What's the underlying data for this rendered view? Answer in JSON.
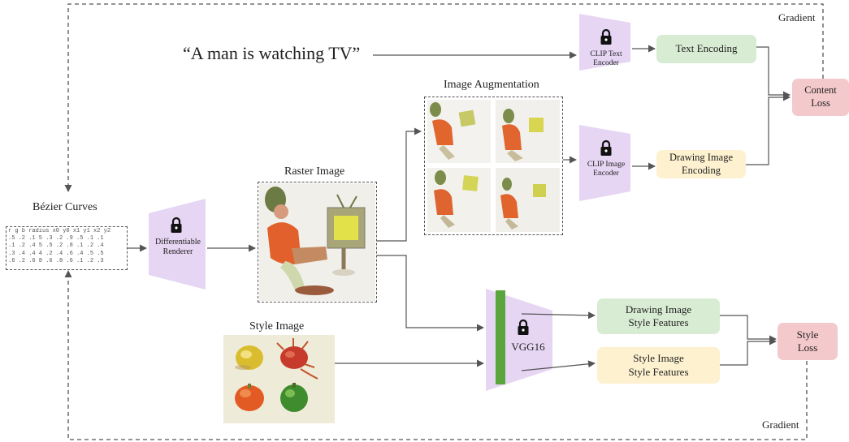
{
  "prompt_text": "“A man is watching TV”",
  "labels": {
    "bezier_curves": "Bézier Curves",
    "raster_image": "Raster Image",
    "image_augmentation": "Image Augmentation",
    "style_image": "Style Image",
    "gradient_top": "Gradient",
    "gradient_bottom": "Gradient"
  },
  "params_table": {
    "header": "r g b radius x0 y0 x1 y1 x2 y2",
    "rows": [
      ".5 .2 .1 5 .3 .2 .9 .5 .1 .1",
      ".1 .2 .4 5 .5 .2 .8 .1 .2 .4",
      ".3 .4 .4 4 .2 .4 .6 .4 .5 .5",
      ".6 .2 .6 8 .6 .8 .6 .1 .2 .3",
      "..."
    ]
  },
  "modules": {
    "renderer": {
      "line1": "Differentiable",
      "line2": "Renderer"
    },
    "clip_text": {
      "line1": "CLIP Text",
      "line2": "Encoder"
    },
    "clip_image": {
      "line1": "CLIP Image",
      "line2": "Encoder"
    },
    "vgg": "VGG16"
  },
  "boxes": {
    "text_encoding": "Text Encoding",
    "drawing_encoding_1": "Drawing Image",
    "drawing_encoding_2": "Encoding",
    "content_loss_1": "Content",
    "content_loss_2": "Loss",
    "drawing_style_1": "Drawing Image",
    "drawing_style_2": "Style Features",
    "style_features_1": "Style Image",
    "style_features_2": "Style Features",
    "style_loss_1": "Style",
    "style_loss_2": "Loss"
  },
  "colors": {
    "module_purple": "#e6d5f3",
    "green_box": "#d8ebd3",
    "yellow_box": "#fdf1cf",
    "pink_box": "#f4c9cb",
    "vgg_bar": "#5aa63c",
    "line": "#555555"
  }
}
